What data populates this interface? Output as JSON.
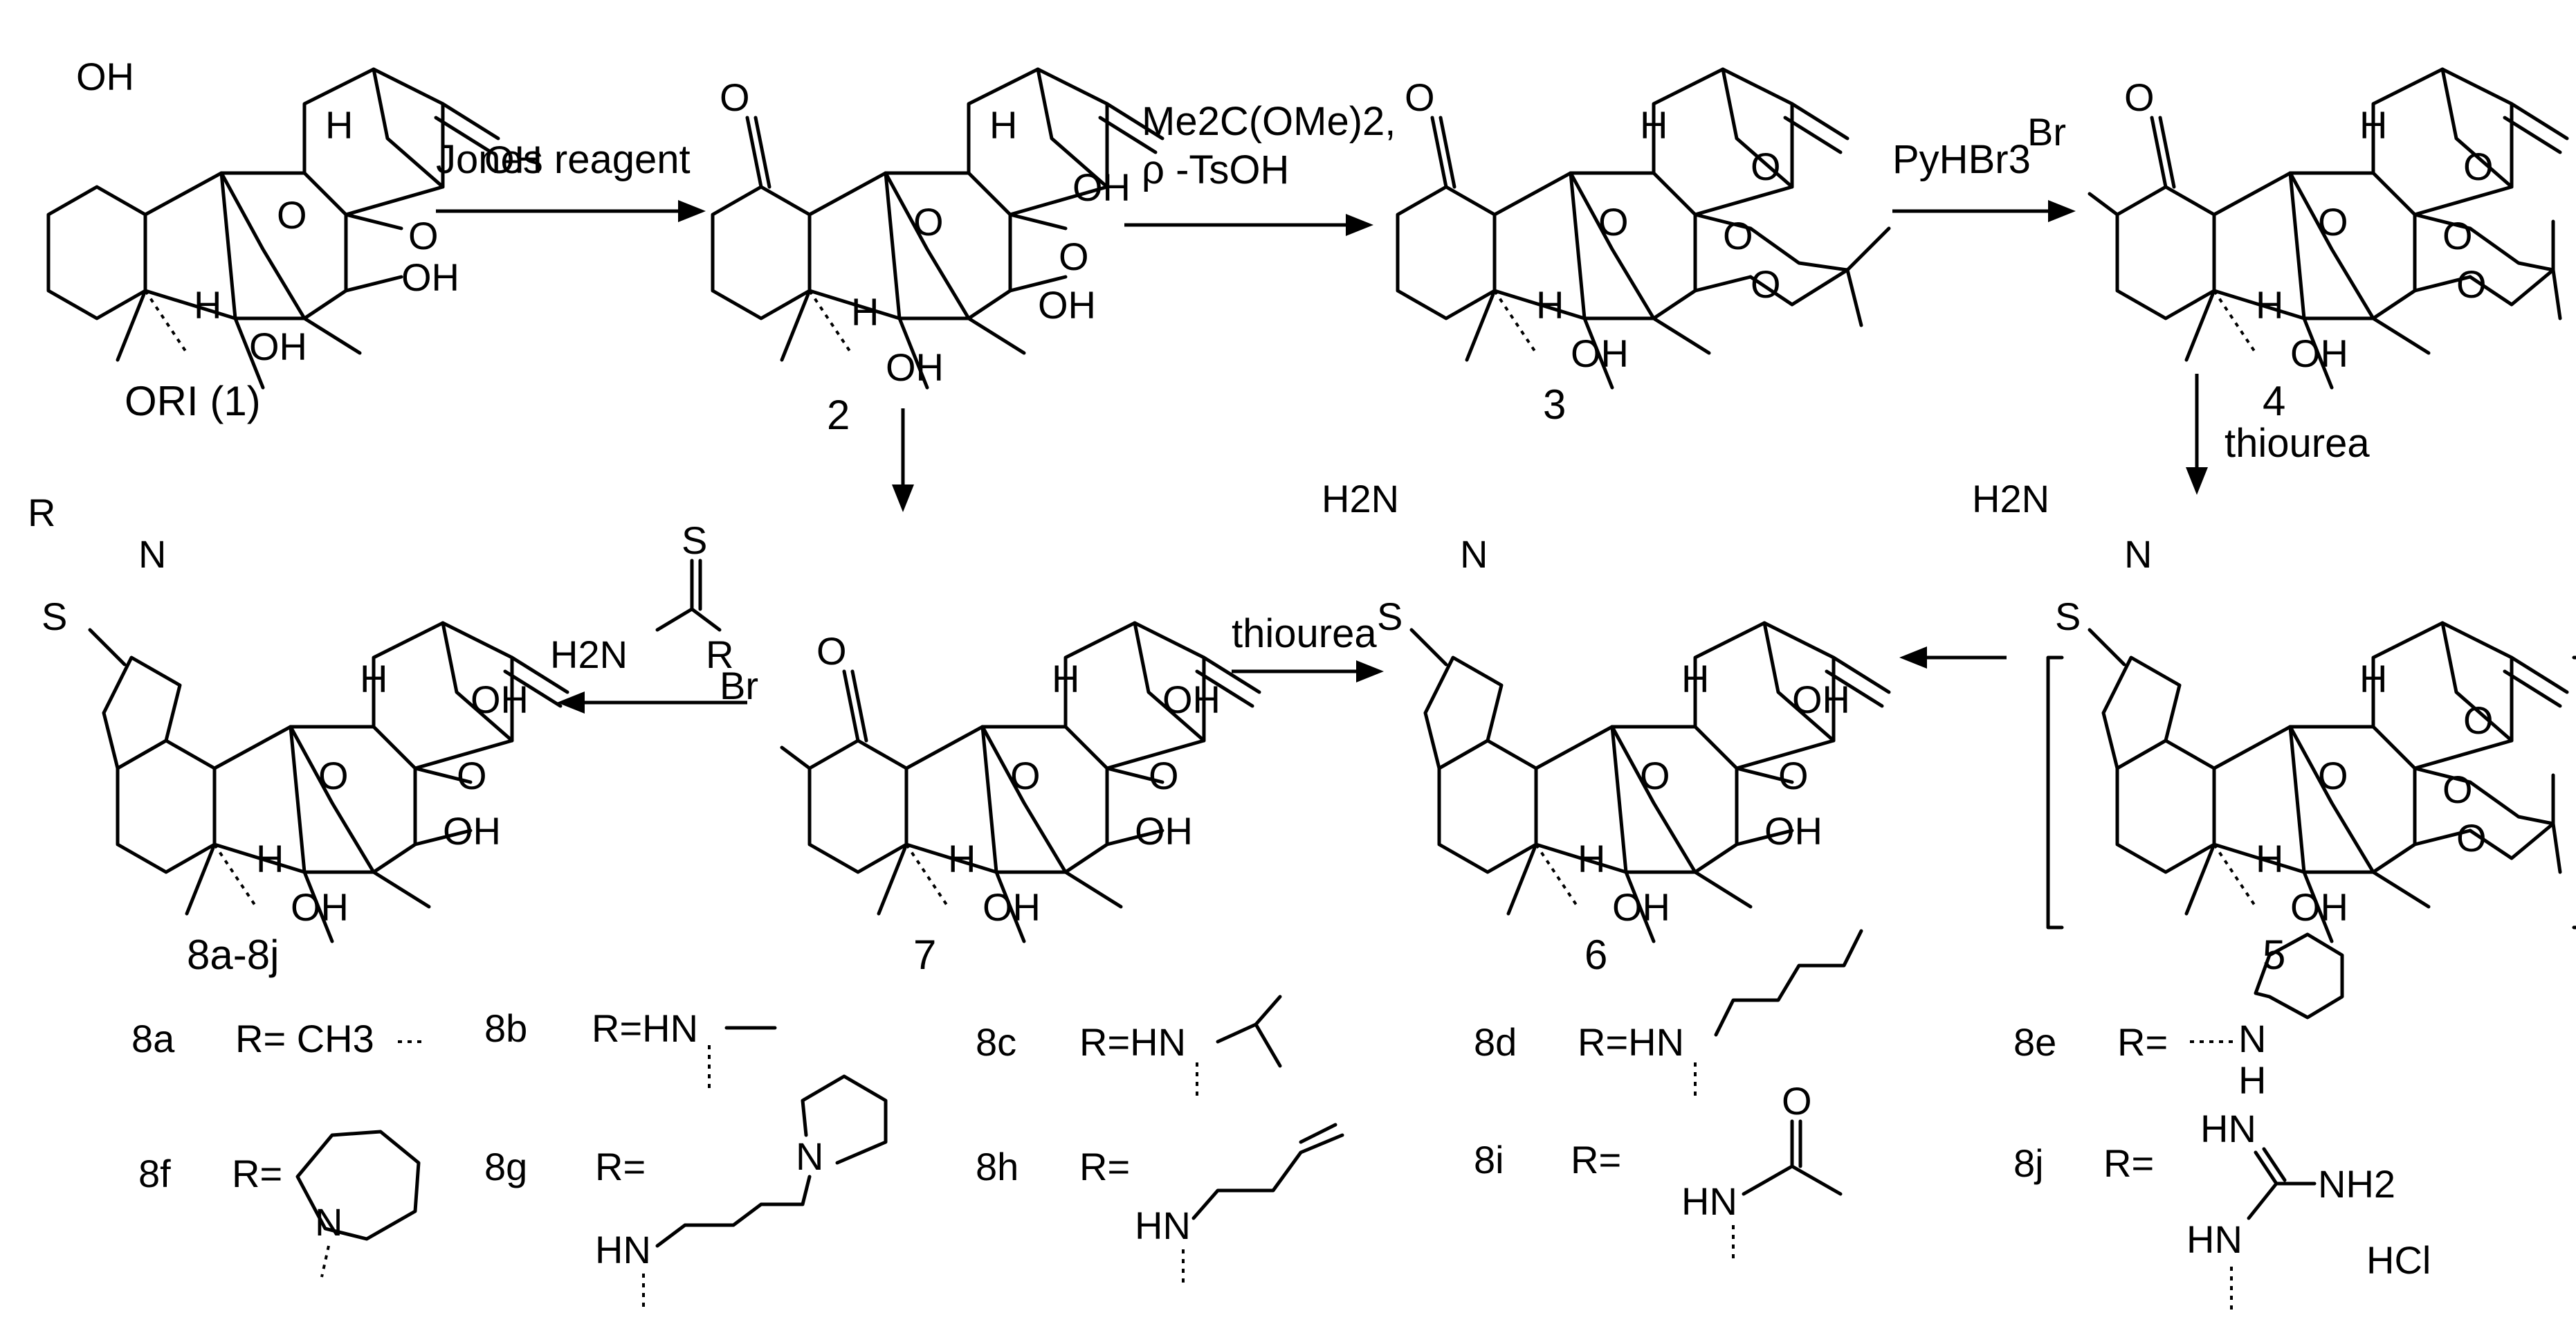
{
  "compounds": {
    "c1": "ORI (1)",
    "c2": "2",
    "c3": "3",
    "c4": "4",
    "c5": "5",
    "c6": "6",
    "c7": "7",
    "c8": "8a-8j"
  },
  "reagents": {
    "r1": "Jones reagent",
    "r2_line1": "Me2C(OMe)2,",
    "r2_line2": "ρ -TsOH",
    "r3": "PyHBr3",
    "r4": "thiourea",
    "r5": "thiourea"
  },
  "atoms": {
    "OH": "OH",
    "O": "O",
    "H": "H",
    "Br": "Br",
    "S": "S",
    "N": "N",
    "H2N": "H2N",
    "R": "R",
    "HN": "HN",
    "NH2": "NH2",
    "HCl": "HCl"
  },
  "substituents": [
    {
      "id": "8a",
      "text": "R= CH3"
    },
    {
      "id": "8b",
      "text": "R=HN"
    },
    {
      "id": "8c",
      "text": "R=HN"
    },
    {
      "id": "8d",
      "text": "R=HN"
    },
    {
      "id": "8e",
      "text": "R="
    },
    {
      "id": "8f",
      "text": "R="
    },
    {
      "id": "8g",
      "text": "R="
    },
    {
      "id": "8h",
      "text": "R="
    },
    {
      "id": "8i",
      "text": "R="
    },
    {
      "id": "8j",
      "text": "R="
    }
  ]
}
